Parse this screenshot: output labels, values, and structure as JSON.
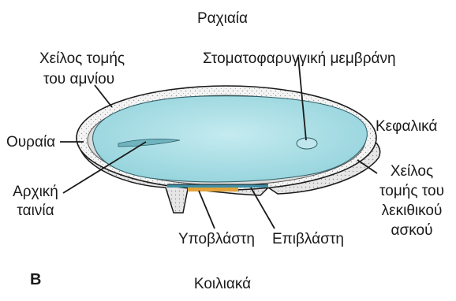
{
  "figure": {
    "panel_letter": "B",
    "labels": {
      "dorsal": "Ραχιαία",
      "ventral": "Κοιλιακά",
      "amnion_cut_edge_1": "Χείλος τομής",
      "amnion_cut_edge_2": "του αμνίου",
      "oropharyngeal_membrane": "Στοματοφαρυγγική μεμβράνη",
      "cranial": "Κεφαλικά",
      "caudal": "Ουραία",
      "primitive_streak_1": "Αρχική",
      "primitive_streak_2": "ταινία",
      "yolk_sac_cut_1": "Χείλος",
      "yolk_sac_cut_2": "τομής του",
      "yolk_sac_cut_3": "λεκιθικού",
      "yolk_sac_cut_4": "ασκού",
      "hypoblast": "Υποβλάστη",
      "epiblast": "Επιβλάστη"
    },
    "colors": {
      "epiblast_fill": "#a9dde4",
      "amnion_stipple": "#d9d9d9",
      "yolk_sac_wall": "#e9e9e9",
      "hypoblast": "#e2a33a",
      "epiblast_strip": "#3f8fa6",
      "outline": "#1a1a1a"
    }
  }
}
